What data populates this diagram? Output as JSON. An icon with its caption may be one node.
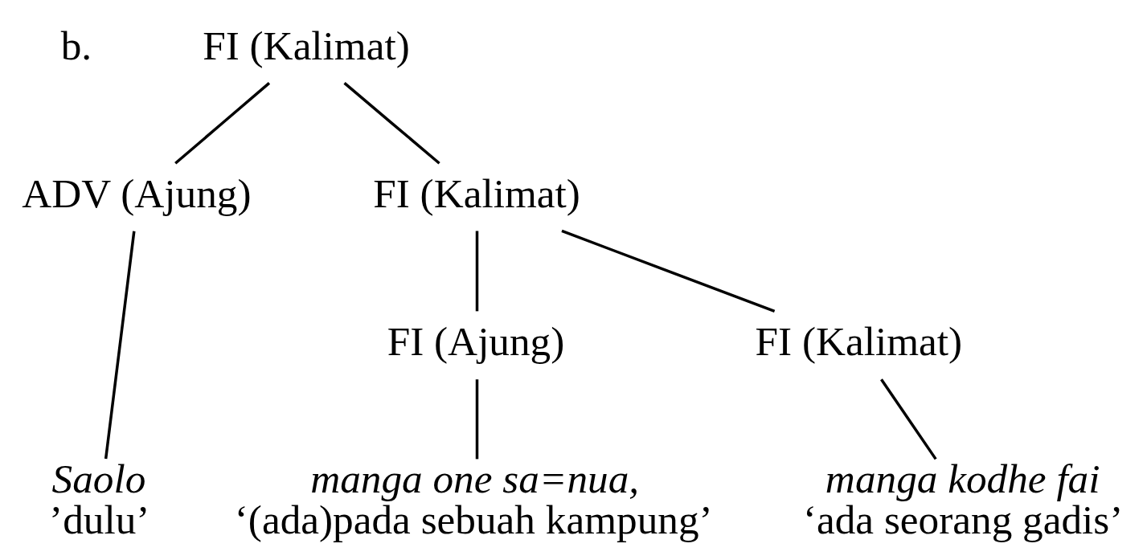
{
  "diagram": {
    "nodes": [
      {
        "text": [
          "FI (Kalimat)"
        ]
      },
      {
        "text": [
          "ADV (Ajung)"
        ]
      },
      {
        "text": [
          "FI (Kalimat)"
        ]
      },
      {
        "text": [
          "FI (Ajung)"
        ]
      },
      {
        "text": [
          "FI (Kalimat)"
        ]
      },
      {
        "text": [
          "Saolo",
          "’dulu’"
        ]
      },
      {
        "text": [
          "manga one sa=nua,",
          "‘(ada)pada sebuah kampung’"
        ]
      },
      {
        "text": [
          "manga kodhe fai",
          "‘ada seorang gadis’"
        ]
      }
    ],
    "edges": [
      {
        "from": 0,
        "to": 1,
        "arrow": "none"
      },
      {
        "from": 0,
        "to": 2,
        "arrow": "none"
      },
      {
        "from": 1,
        "to": 5,
        "arrow": "none"
      },
      {
        "from": 2,
        "to": 3,
        "arrow": "none"
      },
      {
        "from": 2,
        "to": 4,
        "arrow": "none"
      },
      {
        "from": 3,
        "to": 6,
        "arrow": "none"
      },
      {
        "from": 4,
        "to": 7,
        "arrow": "none"
      }
    ],
    "labels": [
      "b."
    ]
  }
}
